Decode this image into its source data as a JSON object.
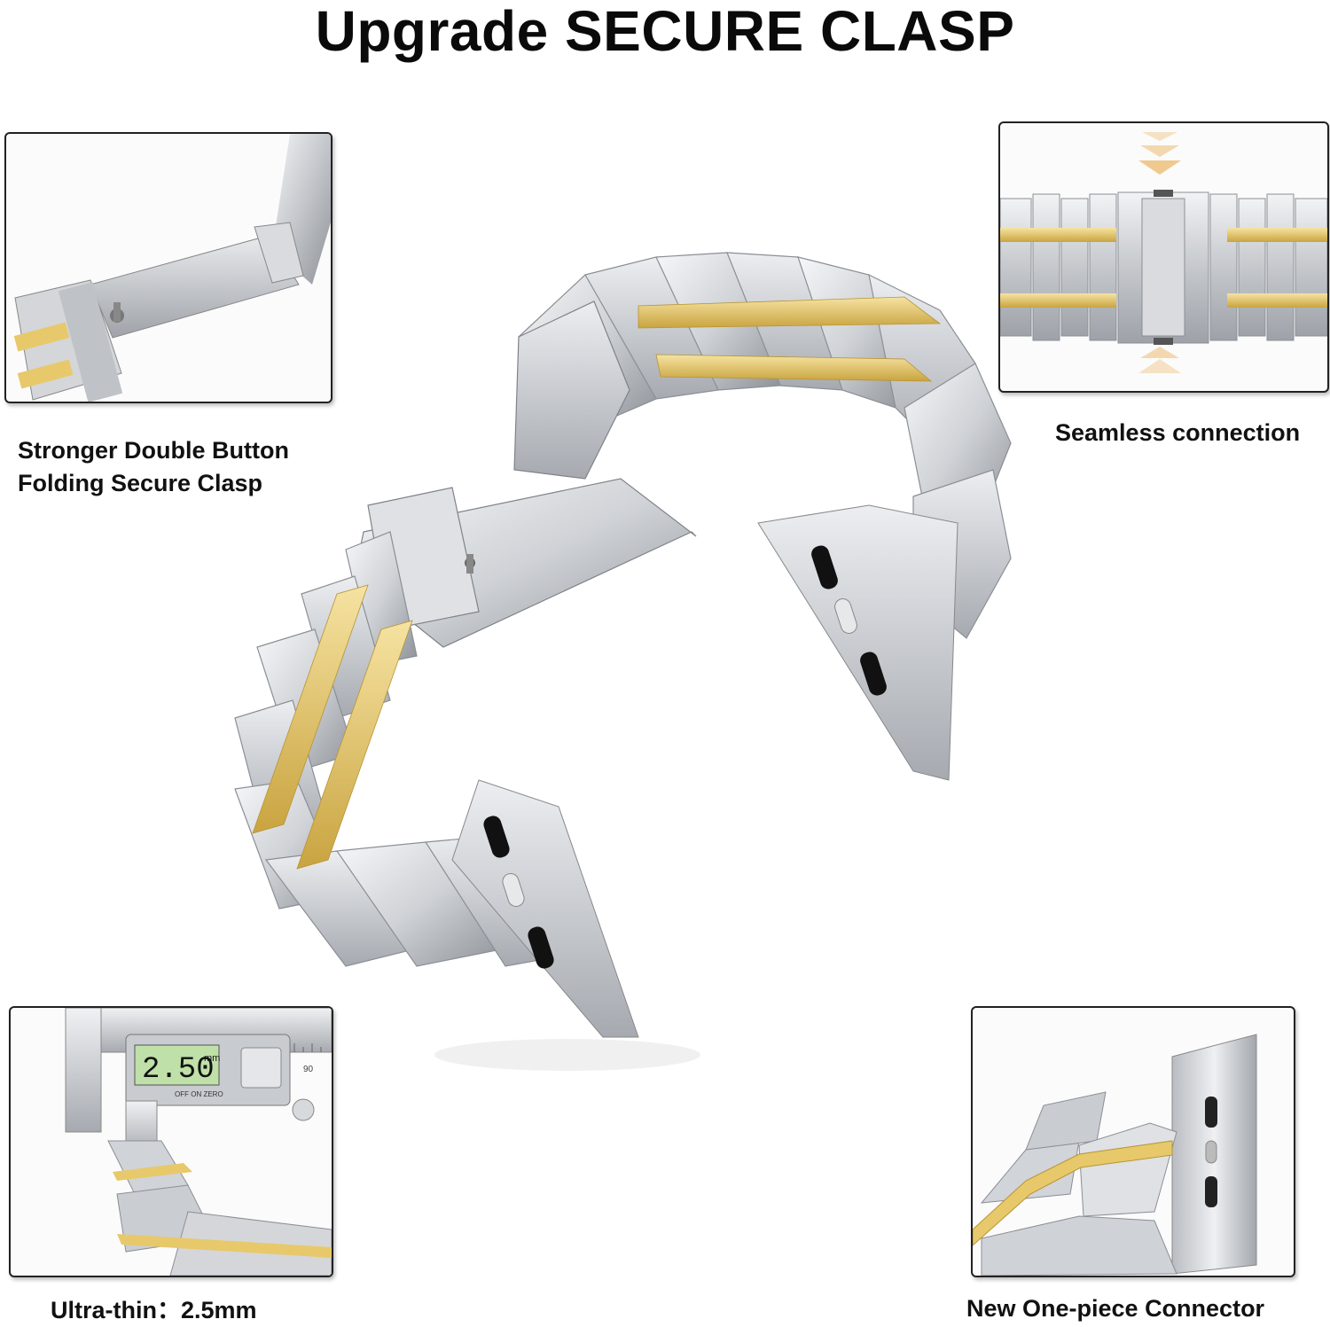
{
  "header": {
    "title": "Upgrade SECURE CLASP"
  },
  "features": {
    "clasp": {
      "line1": "Stronger Double Button",
      "line2": "Folding Secure Clasp"
    },
    "seamless": {
      "label": "Seamless connection"
    },
    "thickness": {
      "label": "Ultra-thin：2.5mm",
      "caliper_reading": "2.50",
      "caliper_unit": "mm",
      "caliper_buttons": "OFF   ON   ZERO",
      "scale_mark": "90"
    },
    "connector": {
      "label": "New One-piece Connector"
    }
  },
  "colors": {
    "silver": "#c9cbcf",
    "silver_light": "#eef0f2",
    "silver_dark": "#8d9096",
    "gold": "#e7c96b",
    "gold_dark": "#b89433",
    "lcd": "#bfe0a8"
  }
}
